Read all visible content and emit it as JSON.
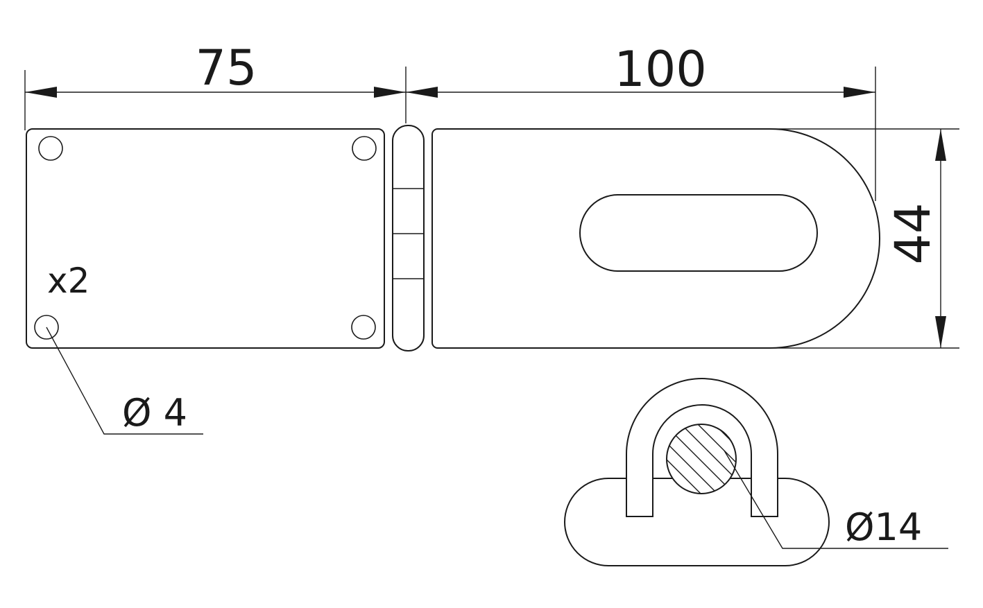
{
  "dimensions": {
    "width_plate": "75",
    "width_hasp": "100",
    "height": "44",
    "hole_count": "x2",
    "hole_diameter": "Ø 4",
    "staple_diameter": "Ø14"
  },
  "colors": {
    "line": "#1a1a1a",
    "background": "#ffffff"
  }
}
